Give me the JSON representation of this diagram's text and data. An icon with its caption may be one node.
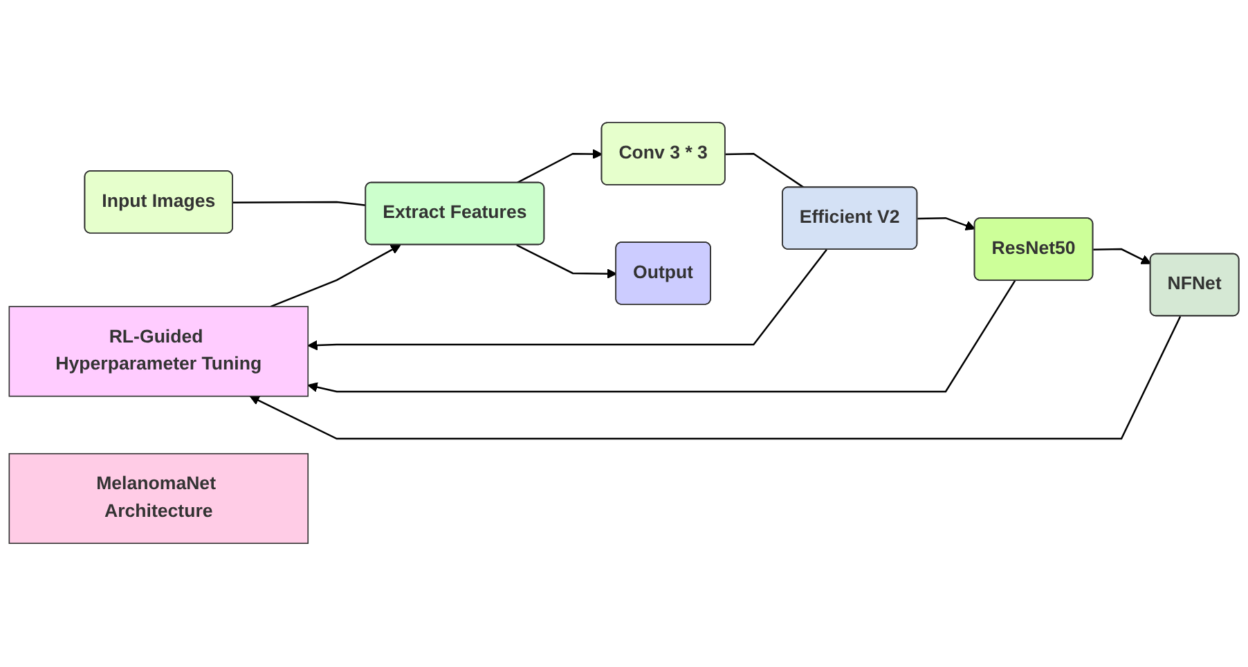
{
  "diagram": {
    "nodes": [
      {
        "text": [
          "RL-Guided Hyperparameter Tuning"
        ]
      },
      {
        "text": [
          "Input Images"
        ]
      },
      {
        "text": [
          "Extract Features"
        ]
      },
      {
        "text": [
          "Conv 3 * 3"
        ]
      },
      {
        "text": [
          "Efficient V2"
        ]
      },
      {
        "text": [
          "ResNet50"
        ]
      },
      {
        "text": [
          "NFNet"
        ]
      },
      {
        "text": [
          "Output"
        ]
      },
      {
        "text": [
          "MelanomaNet Architecture"
        ]
      }
    ],
    "edges": [
      {
        "from": 1,
        "to": 2,
        "arrow": "none"
      },
      {
        "from": 2,
        "to": 3,
        "arrow": "to"
      },
      {
        "from": 3,
        "to": 4,
        "arrow": "none"
      },
      {
        "from": 4,
        "to": 5,
        "arrow": "to"
      },
      {
        "from": 5,
        "to": 6,
        "arrow": "to"
      },
      {
        "from": 4,
        "to": 0,
        "arrow": "to"
      },
      {
        "from": 5,
        "to": 0,
        "arrow": "to"
      },
      {
        "from": 6,
        "to": 0,
        "arrow": "to"
      },
      {
        "from": 0,
        "to": 2,
        "arrow": "to"
      },
      {
        "from": 2,
        "to": 7,
        "arrow": "to"
      }
    ]
  }
}
